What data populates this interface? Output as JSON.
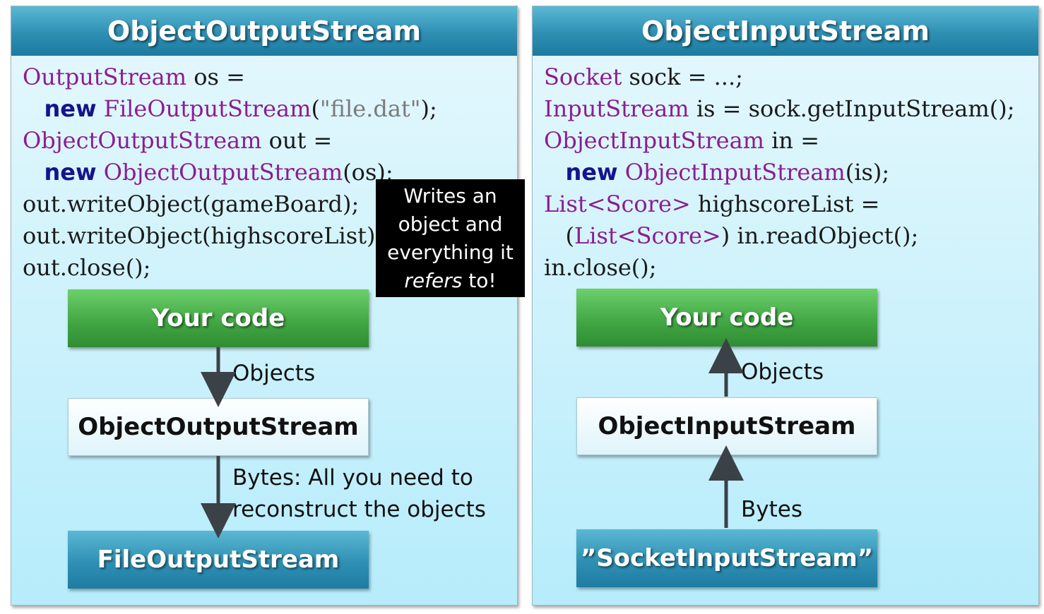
{
  "left_panel": {
    "title": "ObjectOutputStream",
    "code": {
      "l1_type": "OutputStream",
      "l1_rest": " os =",
      "l2_kw": "new",
      "l2_type": "FileOutputStream",
      "l2_paren_open": "(",
      "l2_str": "\"file.dat\"",
      "l2_end": ");",
      "l3_type": "ObjectOutputStream",
      "l3_rest": " out =",
      "l4_kw": "new",
      "l4_type": "ObjectOutputStream",
      "l4_rest": "(os);",
      "l5": "out.writeObject(gameBoard);",
      "l6": "out.writeObject(highscoreList);",
      "l7": "out.close();"
    },
    "box_top": "Your code",
    "label_top": "Objects",
    "box_mid": "ObjectOutputStream",
    "label_bottom_1": "Bytes: All you need to",
    "label_bottom_2": "reconstruct the objects",
    "box_bottom": "FileOutputStream"
  },
  "callout": {
    "line1": "Writes an",
    "line2": "object and",
    "line3": "everything it",
    "line4_em": "refers",
    "line4_rest": " to!"
  },
  "right_panel": {
    "title": "ObjectInputStream",
    "code": {
      "l1_type": "Socket",
      "l1_rest": " sock = ...;",
      "l2_type": "InputStream",
      "l2_rest": " is = sock.getInputStream();",
      "l3_type": "ObjectInputStream",
      "l3_rest": " in =",
      "l4_kw": "new",
      "l4_type": "ObjectInputStream",
      "l4_rest": "(is);",
      "l5_type": "List<Score>",
      "l5_rest": " highscoreList =",
      "l6_open": "(",
      "l6_type": "List<Score>",
      "l6_rest": ") in.readObject();",
      "l7": "in.close();"
    },
    "box_top": "Your code",
    "label_top": "Objects",
    "box_mid": "ObjectInputStream",
    "label_bottom": "Bytes",
    "box_bottom": "”SocketInputStream”"
  }
}
